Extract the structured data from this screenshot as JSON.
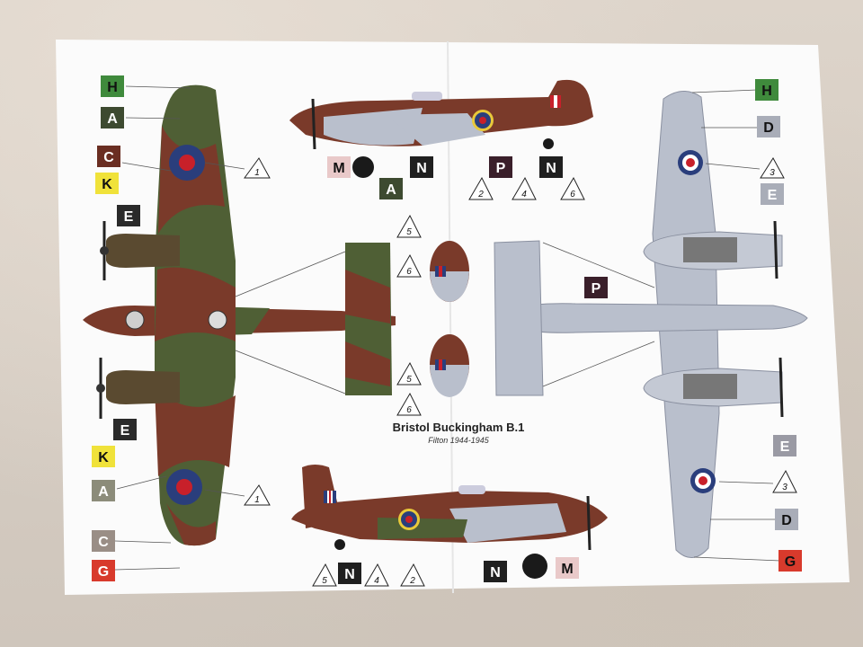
{
  "title": "Bristol Buckingham B.1",
  "subtitle": "Filton 1944-1945",
  "colors": {
    "H": "#3f8a3c",
    "A": "#3d4a30",
    "C": "#6a2e22",
    "K": "#f0e23a",
    "E": "#2a2a2a",
    "G": "#d83a2c",
    "D": "#a9adb8",
    "M": "#e9c9c9",
    "N": "#1f1f1f",
    "P": "#3a1f2a"
  },
  "camo": {
    "green": "#4f5f35",
    "brown": "#7a3a2a",
    "grey": "#b9bfcc"
  },
  "labels": {
    "left": [
      "H",
      "A",
      "C",
      "K",
      "E",
      "E",
      "K",
      "A",
      "C",
      "G"
    ],
    "right": [
      "H",
      "D",
      "E",
      "P",
      "E",
      "D",
      "G"
    ],
    "top_side": [
      "M",
      "N",
      "A",
      "P",
      "N"
    ],
    "bottom_side": [
      "N",
      "N",
      "M"
    ]
  },
  "triangles": [
    "1",
    "1",
    "2",
    "4",
    "6",
    "5",
    "6",
    "5",
    "6",
    "3",
    "3",
    "5",
    "4",
    "2"
  ]
}
